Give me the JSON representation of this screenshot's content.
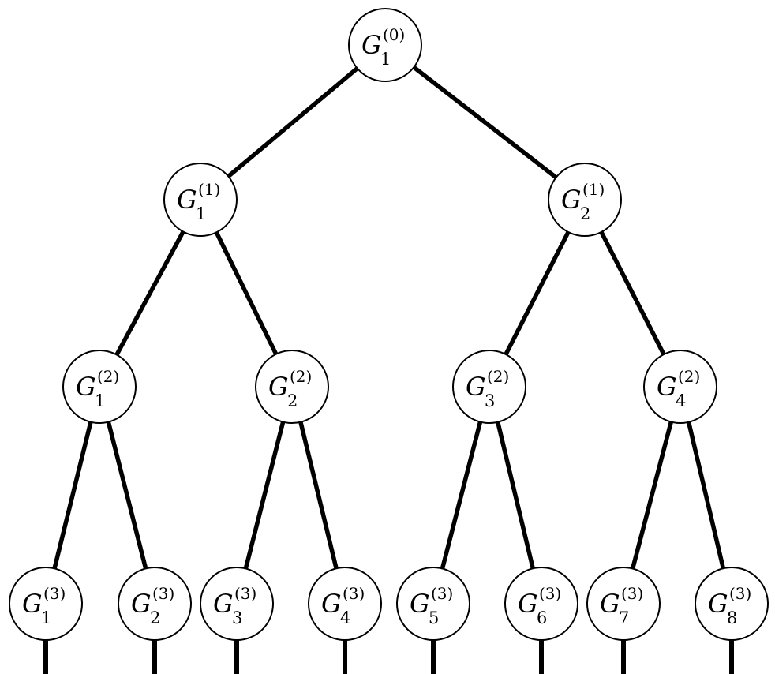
{
  "nodes": [
    {
      "id": "0-1",
      "base": "G",
      "level": "(0)",
      "index": "1"
    },
    {
      "id": "1-1",
      "base": "G",
      "level": "(1)",
      "index": "1"
    },
    {
      "id": "1-2",
      "base": "G",
      "level": "(1)",
      "index": "2"
    },
    {
      "id": "2-1",
      "base": "G",
      "level": "(2)",
      "index": "1"
    },
    {
      "id": "2-2",
      "base": "G",
      "level": "(2)",
      "index": "2"
    },
    {
      "id": "2-3",
      "base": "G",
      "level": "(2)",
      "index": "3"
    },
    {
      "id": "2-4",
      "base": "G",
      "level": "(2)",
      "index": "4"
    },
    {
      "id": "3-1",
      "base": "G",
      "level": "(3)",
      "index": "1"
    },
    {
      "id": "3-2",
      "base": "G",
      "level": "(3)",
      "index": "2"
    },
    {
      "id": "3-3",
      "base": "G",
      "level": "(3)",
      "index": "3"
    },
    {
      "id": "3-4",
      "base": "G",
      "level": "(3)",
      "index": "4"
    },
    {
      "id": "3-5",
      "base": "G",
      "level": "(3)",
      "index": "5"
    },
    {
      "id": "3-6",
      "base": "G",
      "level": "(3)",
      "index": "6"
    },
    {
      "id": "3-7",
      "base": "G",
      "level": "(3)",
      "index": "7"
    },
    {
      "id": "3-8",
      "base": "G",
      "level": "(3)",
      "index": "8"
    }
  ],
  "edges": [
    [
      "0-1",
      "1-1"
    ],
    [
      "0-1",
      "1-2"
    ],
    [
      "1-1",
      "2-1"
    ],
    [
      "1-1",
      "2-2"
    ],
    [
      "1-2",
      "2-3"
    ],
    [
      "1-2",
      "2-4"
    ],
    [
      "2-1",
      "3-1"
    ],
    [
      "2-1",
      "3-2"
    ],
    [
      "2-2",
      "3-3"
    ],
    [
      "2-2",
      "3-4"
    ],
    [
      "2-3",
      "3-5"
    ],
    [
      "2-3",
      "3-6"
    ],
    [
      "2-4",
      "3-7"
    ],
    [
      "2-4",
      "3-8"
    ]
  ],
  "leaf_stubs": [
    "3-1",
    "3-2",
    "3-3",
    "3-4",
    "3-5",
    "3-6",
    "3-7",
    "3-8"
  ],
  "colors": {
    "line": "#000000",
    "node_fill": "#ffffff"
  }
}
